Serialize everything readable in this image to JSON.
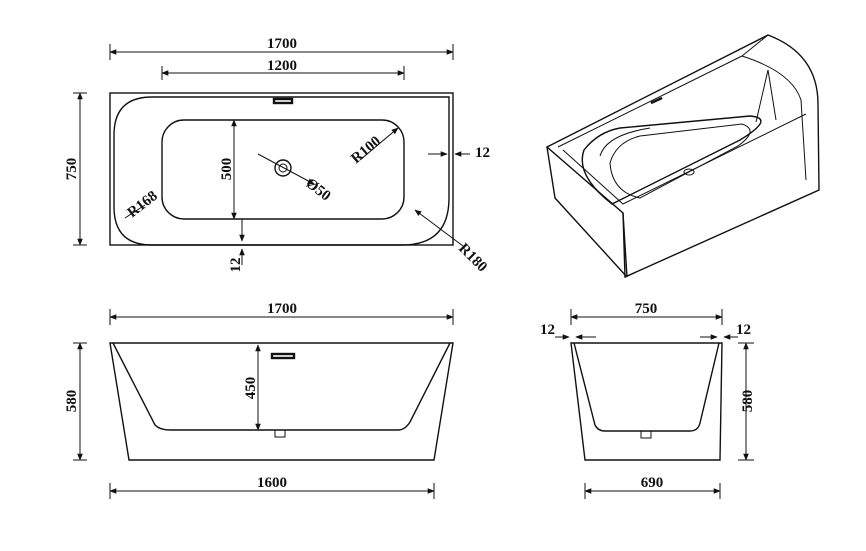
{
  "top_view": {
    "overall_length": "1700",
    "inner_length": "1200",
    "width": "750",
    "basin_depth_span": "500",
    "corner_radius_left": "R168",
    "corner_radius_inner": "R100",
    "corner_radius_right": "R180",
    "drain_diameter": "Ø50",
    "rim_thickness_right": "12",
    "rim_thickness_bottom": "12"
  },
  "front_view": {
    "top_length": "1700",
    "bottom_length": "1600",
    "height": "580",
    "inner_depth": "450"
  },
  "side_view": {
    "top_width": "750",
    "bottom_width": "690",
    "height": "580",
    "wall_left": "12",
    "wall_right": "12"
  }
}
